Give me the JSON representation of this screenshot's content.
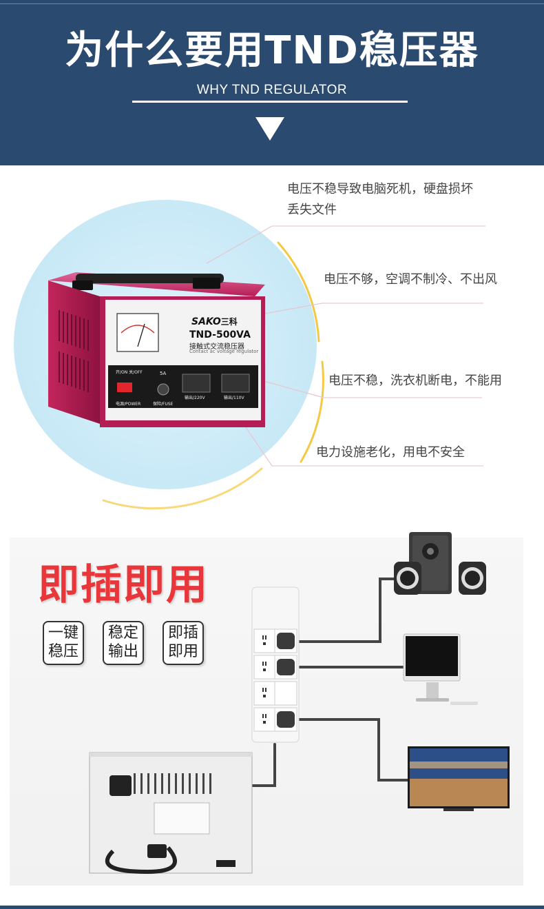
{
  "header": {
    "title": "为什么要用TND稳压器",
    "subtitle": "WHY TND REGULATOR"
  },
  "problems": [
    {
      "line1": "电压不稳导致电脑死机，硬盘损坏",
      "line2": "丢失文件"
    },
    {
      "line1": "电压不够，空调不制冷、不出风"
    },
    {
      "line1": "电压不稳，洗衣机断电，不能用"
    },
    {
      "line1": "电力设施老化，用电不安全"
    }
  ],
  "regulator": {
    "brand": "SAKO",
    "brand_cn": "三科",
    "model": "TND-500VA",
    "type_cn": "接触式交流稳压器",
    "type_en": "Contact ac voltage regulator",
    "switch_label": "开/ON 关/OFF",
    "power_label": "电源/POWER",
    "fuse_amp": "5A",
    "fuse_label": "保险/FUSE",
    "out220": "输出/220V",
    "out110": "输出/110V"
  },
  "plug_section": {
    "title": "即插即用",
    "tags": [
      {
        "line1": "一键",
        "line2": "稳压"
      },
      {
        "line1": "稳定",
        "line2": "输出"
      },
      {
        "line1": "即插",
        "line2": "即用"
      }
    ]
  },
  "colors": {
    "header_bg": "#2b4a70",
    "accent_red": "#e8363a",
    "case_magenta": "#b0184f",
    "yellow_arc": "#f5c842"
  }
}
